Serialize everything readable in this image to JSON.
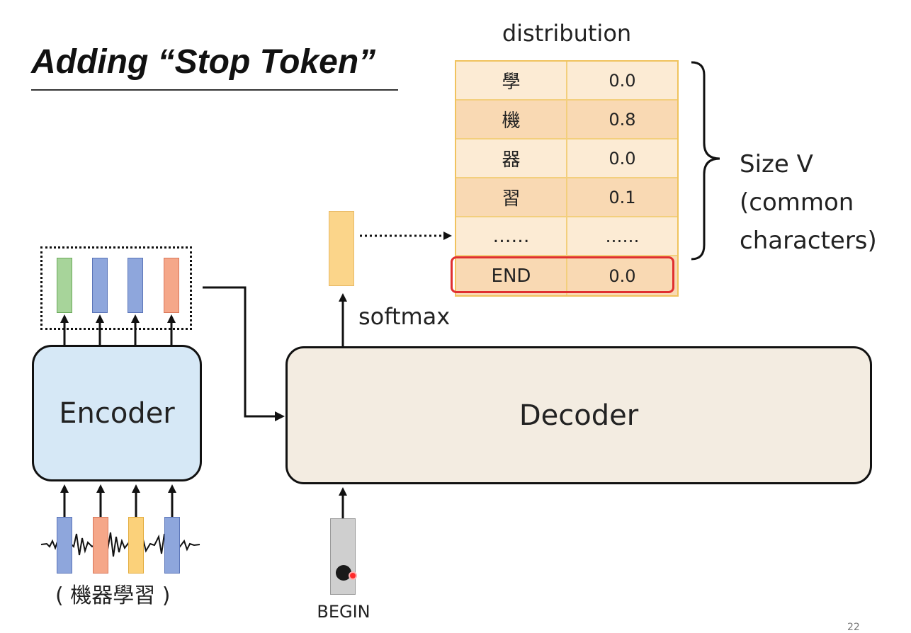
{
  "title": "Adding “Stop Token”",
  "distribution": {
    "title": "distribution",
    "rows": [
      {
        "token": "學",
        "prob": "0.0"
      },
      {
        "token": "機",
        "prob": "0.8"
      },
      {
        "token": "器",
        "prob": "0.0"
      },
      {
        "token": "習",
        "prob": "0.1"
      },
      {
        "token": "……",
        "prob": "……"
      },
      {
        "token": "END",
        "prob": "0.0"
      }
    ],
    "size_label_line1": "Size V",
    "size_label_line2": "(common",
    "size_label_line3": "characters)"
  },
  "softmax_label": "softmax",
  "encoder_label": "Encoder",
  "decoder_label": "Decoder",
  "input_caption": "( 機器學習 )",
  "begin_label": "BEGIN",
  "page_number": "22",
  "colors": {
    "highlight_border": "#e03030",
    "table_border": "#f0c35e",
    "encoder_fill": "#d6e8f6",
    "decoder_fill": "#f3ece1"
  }
}
